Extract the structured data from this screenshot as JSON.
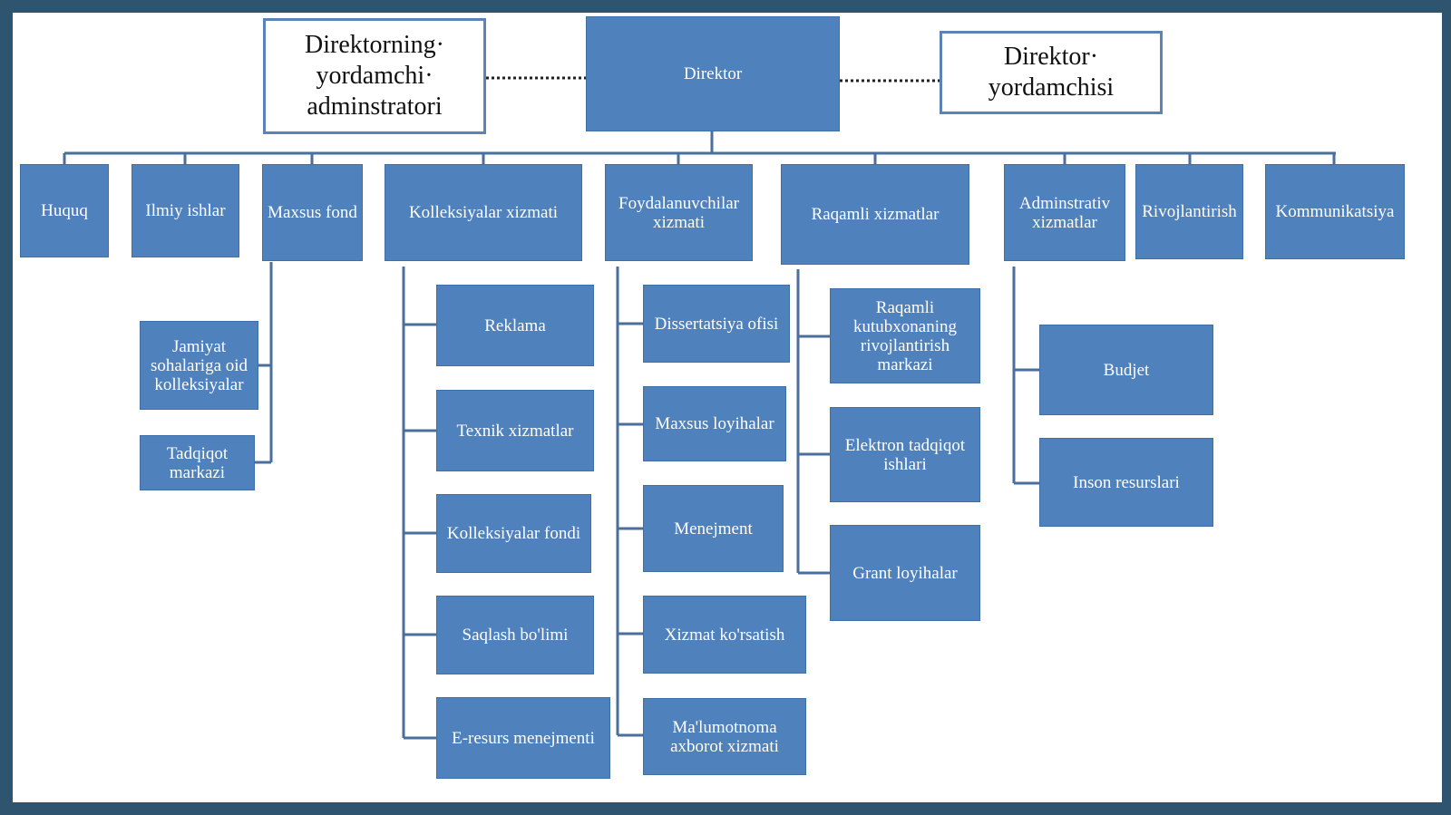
{
  "colors": {
    "box_fill": "#4f81bd",
    "connector": "#4a6f9c",
    "frame": "#2f5470"
  },
  "nodes": {
    "director": "Direktor",
    "asst_admin": "Direktorning·\nyordamchi·\nadminstratori",
    "deputy": "Direktor·\nyordamchisi",
    "huquq": "Huquq",
    "ilmiy": "Ilmiy ishlar",
    "maxsus_fond": "Maxsus fond",
    "kolleksiyalar_xizmati": "Kolleksiyalar xizmati",
    "foydalanuvchilar": "Foydalanuvchilar\nxizmati",
    "raqamli_xizmatlar": "Raqamli xizmatlar",
    "adminstrativ": "Adminstrativ\nxizmatlar",
    "rivojlantirish": "Rivojlantirish",
    "kommunikatsiya": "Kommunikatsiya",
    "jamiyat": "Jamiyat\nsohalariga oid\nkolleksiyalar",
    "tadqiqot": "Tadqiqot\nmarkazi",
    "reklama": "Reklama",
    "texnik": "Texnik xizmatlar",
    "kolleksiyalar_fondi": "Kolleksiyalar fondi",
    "saqlash": "Saqlash bo'limi",
    "eresurs": "E-resurs menejmenti",
    "dissertatsiya": "Dissertatsiya ofisi",
    "maxsus_loyihalar": "Maxsus loyihalar",
    "menejment": "Menejment",
    "xizmat": "Xizmat ko'rsatish",
    "malumotnoma": "Ma'lumotnoma\naxborot xizmati",
    "raqamli_kutubxona": "Raqamli\nkutubxonaning\nrivojlantirish\nmarkazi",
    "elektron": "Elektron tadqiqot\nishlari",
    "grant": "Grant loyihalar",
    "budjet": "Budjet",
    "inson": "Inson resurslari"
  }
}
